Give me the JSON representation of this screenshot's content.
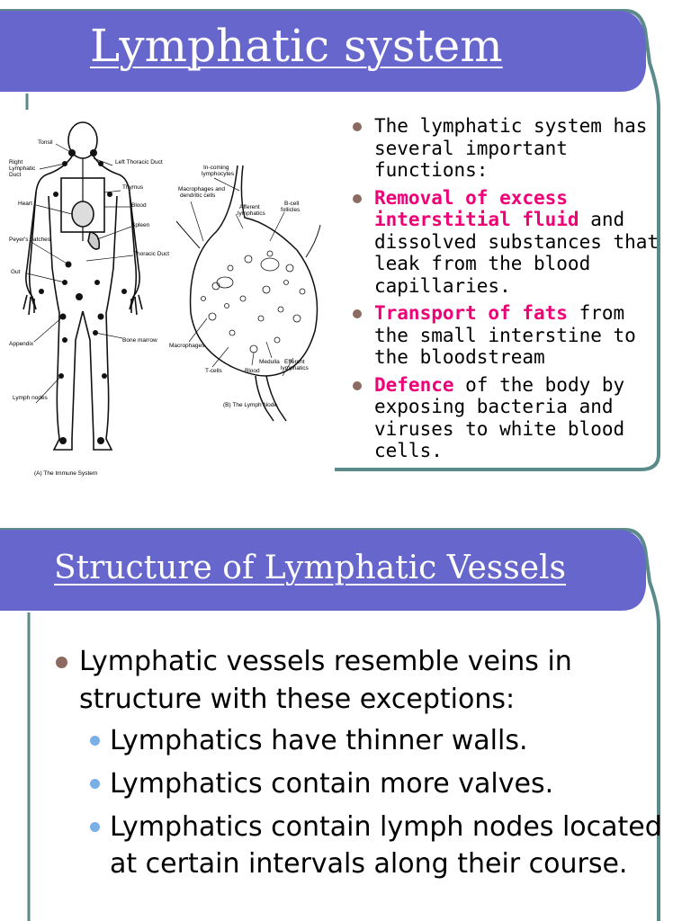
{
  "theme": {
    "title_bar": "#6666cc",
    "frame_line": "#5b8a8a",
    "highlight": "#ee0077",
    "bullet_main": "#8b6a60",
    "bullet_sub": "#7aaee6"
  },
  "slide1": {
    "title": "Lymphatic system",
    "diagram": {
      "immune_labels": [
        "Tonsil",
        "Right Lymphatic Duct",
        "Left Thoracic Duct",
        "Thymus",
        "Heart",
        "Blood",
        "Spleen",
        "Peyer's patches",
        "Thoracic Duct",
        "Gut",
        "Appendix",
        "Bone marrow",
        "Lymph nodes"
      ],
      "immune_caption": "(A) The Immune System",
      "node_labels": [
        "In-coming lymphocytes",
        "Macrophages and dendritic cells",
        "Afferent lymphatics",
        "B-cell follicles",
        "Macrophages",
        "T-cells",
        "Blood",
        "Medulla",
        "Efferent lymphatics"
      ],
      "node_caption": "(B) The Lymph Node"
    },
    "bullets": [
      {
        "pre": "The lymphatic system has several important functions:",
        "hl": "",
        "post": ""
      },
      {
        "pre": "",
        "hl": "Removal of excess interstitial fluid",
        "post": " and dissolved substances that leak from the blood capillaries."
      },
      {
        "pre": "",
        "hl": "Transport of fats",
        "post": " from the small interstine to the bloodstream"
      },
      {
        "pre": "",
        "hl": "Defence",
        "post": " of the body by exposing bacteria and viruses to white blood cells."
      }
    ]
  },
  "slide2": {
    "title": "Structure of Lymphatic Vessels",
    "main_bullet": "Lymphatic vessels resemble veins in structure with these exceptions:",
    "sub_bullets": [
      "Lymphatics have thinner walls.",
      "Lymphatics contain more valves.",
      "Lymphatics contain lymph nodes located at certain intervals along their course."
    ]
  }
}
